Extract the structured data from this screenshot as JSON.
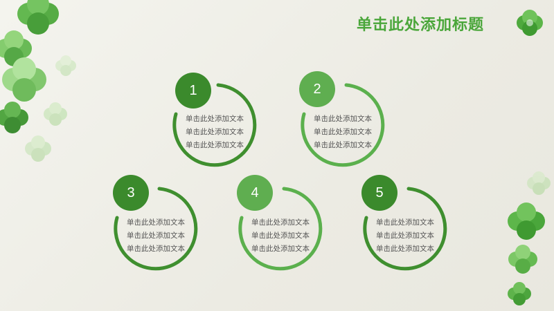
{
  "slide": {
    "title": "单击此处添加标题",
    "colors": {
      "title": "#4aa63a",
      "ring_dark": "#3f8f2f",
      "ring_light": "#5bb04d",
      "badge_dark": "#3b8a2c",
      "badge_light": "#5fae50"
    },
    "items": [
      {
        "number": "1",
        "lines": [
          "单击此处添加文本",
          "单击此处添加文本",
          "单击此处添加文本"
        ]
      },
      {
        "number": "2",
        "lines": [
          "单击此处添加文本",
          "单击此处添加文本",
          "单击此处添加文本"
        ]
      },
      {
        "number": "3",
        "lines": [
          "单击此处添加文本",
          "单击此处添加文本",
          "单击此处添加文本"
        ]
      },
      {
        "number": "4",
        "lines": [
          "单击此处添加文本",
          "单击此处添加文本",
          "单击此处添加文本"
        ]
      },
      {
        "number": "5",
        "lines": [
          "单击此处添加文本",
          "单击此处添加文本",
          "单击此处添加文本"
        ]
      }
    ]
  }
}
